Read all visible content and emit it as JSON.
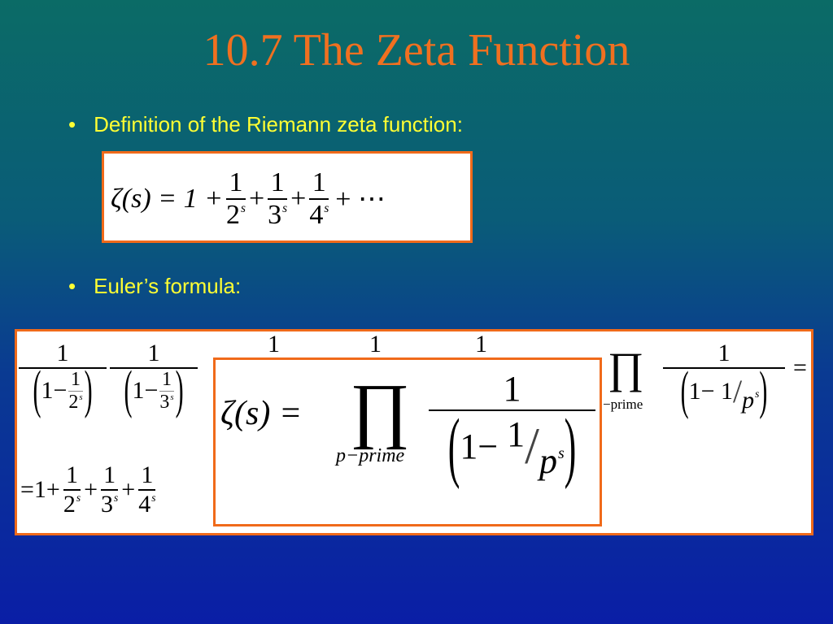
{
  "title": "10.7   The Zeta Function",
  "bullets": [
    {
      "icon": "bullet-icon",
      "symbol": "•",
      "text": "Definition of the Riemann zeta function:"
    },
    {
      "icon": "bullet-icon",
      "symbol": "•",
      "text": "Euler’s formula:"
    }
  ],
  "definition": {
    "lhs": "ζ(s) = 1 +",
    "one": "1",
    "base2": "2",
    "base3": "3",
    "base4": "4",
    "exp": "s",
    "plus": "+",
    "tail": "+ ⋯"
  },
  "euler": {
    "one": "1",
    "one_minus": "1−",
    "base2": "2",
    "base3": "3",
    "exp": "s",
    "prod": "∏",
    "prod_sub": "−prime",
    "p": "p",
    "eq": "=",
    "row2_start": "=1+",
    "plus": "+",
    "base4": "4"
  },
  "highlight": {
    "lhs": "ζ(s) =",
    "prod": "∏",
    "sub": "p−prime",
    "one": "1",
    "one_minus": "1−",
    "p": "p",
    "exp": "s"
  }
}
